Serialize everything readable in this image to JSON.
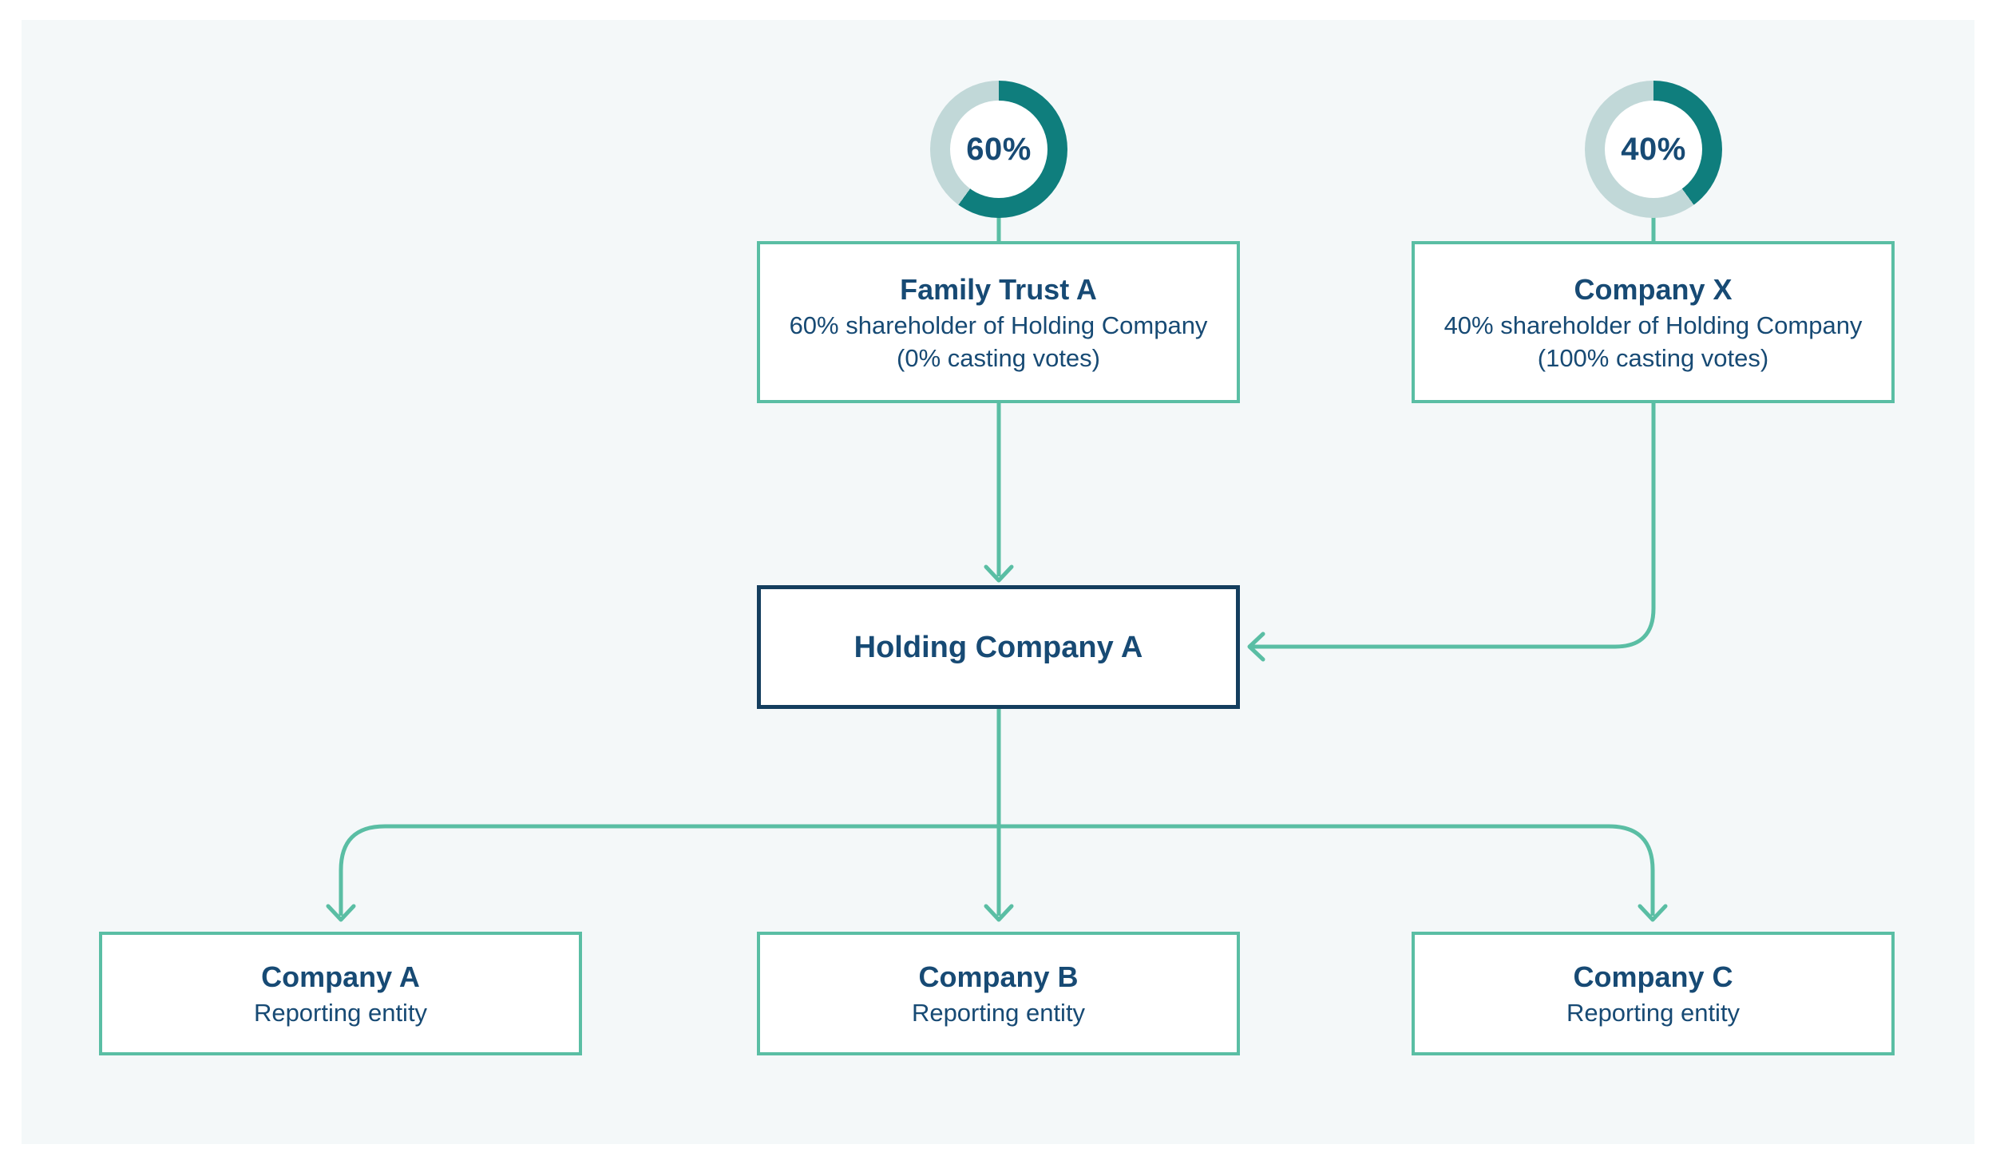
{
  "colors": {
    "page_bg": "#ffffff",
    "panel_bg": "#f4f8f9",
    "connector_teal": "#5abea4",
    "donut_filled": "#0f7e7d",
    "donut_empty": "#c1d8d8",
    "text_navy": "#174a74",
    "holding_border_navy": "#143e5e"
  },
  "donuts": [
    {
      "id": "donut-60",
      "label": "60%",
      "percent": 60
    },
    {
      "id": "donut-40",
      "label": "40%",
      "percent": 40
    }
  ],
  "nodes": {
    "family_trust": {
      "title": "Family Trust A",
      "lines": [
        "60% shareholder of Holding Company",
        "(0% casting votes)"
      ]
    },
    "company_x": {
      "title": "Company X",
      "lines": [
        "40% shareholder of Holding Company",
        "(100% casting votes)"
      ]
    },
    "holding_company": {
      "title": "Holding Company A"
    },
    "company_a": {
      "title": "Company A",
      "subtitle": "Reporting entity"
    },
    "company_b": {
      "title": "Company B",
      "subtitle": "Reporting entity"
    },
    "company_c": {
      "title": "Company C",
      "subtitle": "Reporting entity"
    }
  },
  "edges": [
    {
      "from": "donut-60",
      "to": "family-trust",
      "style": "plain-stem"
    },
    {
      "from": "donut-40",
      "to": "company-x",
      "style": "plain-stem"
    },
    {
      "from": "family-trust",
      "to": "holding-company",
      "style": "arrow-down"
    },
    {
      "from": "company-x",
      "to": "holding-company",
      "style": "elbow-arrow-left"
    },
    {
      "from": "holding-company",
      "to": "company-a",
      "style": "branch-arrow-down"
    },
    {
      "from": "holding-company",
      "to": "company-b",
      "style": "branch-arrow-down"
    },
    {
      "from": "holding-company",
      "to": "company-c",
      "style": "branch-arrow-down"
    }
  ]
}
